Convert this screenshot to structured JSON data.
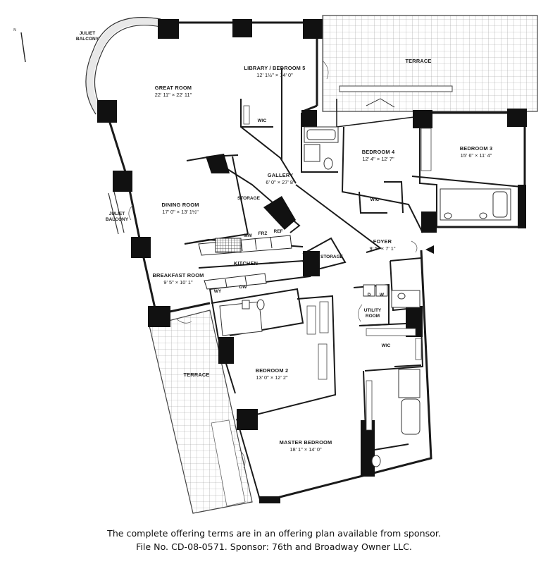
{
  "rooms": {
    "juliet_balcony_top": {
      "name": "JULIET BALCONY"
    },
    "juliet_balcony_mid": {
      "name": "JULIET BALCONY"
    },
    "great_room": {
      "name": "GREAT ROOM",
      "dims": "22' 11\" × 22' 11\""
    },
    "library": {
      "name": "LIBRARY / BEDROOM 5",
      "dims": "12' 1½\" × 14' 0\""
    },
    "terrace_top": {
      "name": "TERRACE"
    },
    "wic_library": {
      "name": "WIC"
    },
    "bedroom4": {
      "name": "BEDROOM 4",
      "dims": "12' 4\" × 12' 7\""
    },
    "bedroom3": {
      "name": "BEDROOM 3",
      "dims": "15' 6\" × 11' 4\""
    },
    "gallery": {
      "name": "GALLERY",
      "dims": "6' 0\" × 27' 8\""
    },
    "dining": {
      "name": "DINING ROOM",
      "dims": "17' 0\" × 13' 1½\""
    },
    "storage_1": {
      "name": "STORAGE"
    },
    "wic_bed4": {
      "name": "WIC"
    },
    "foyer": {
      "name": "FOYER",
      "dims": "9' 5\" × 7' 1\""
    },
    "kitchen": {
      "name": "KITCHEN"
    },
    "storage_2": {
      "name": "STORAGE"
    },
    "breakfast": {
      "name": "BREAKFAST ROOM",
      "dims": "9' 5\" × 10' 1\""
    },
    "utility": {
      "name": "UTILITY ROOM"
    },
    "wic_master": {
      "name": "WIC"
    },
    "terrace_bottom": {
      "name": "TERRACE"
    },
    "bedroom2": {
      "name": "BEDROOM 2",
      "dims": "13' 0\" × 12' 2\""
    },
    "master": {
      "name": "MASTER BEDROOM",
      "dims": "18' 1\" × 14' 0\""
    }
  },
  "appliances": {
    "mw": "MW",
    "frz": "FRZ",
    "ref": "REF",
    "wy": "WY",
    "dw": "DW",
    "d": "D",
    "w": "W"
  },
  "compass": {
    "label": "N"
  },
  "footer": {
    "line1": "The complete offering terms are in an offering plan available from sponsor.",
    "line2": "File No. CD-08-0571. Sponsor: 76th and Broadway Owner LLC."
  }
}
